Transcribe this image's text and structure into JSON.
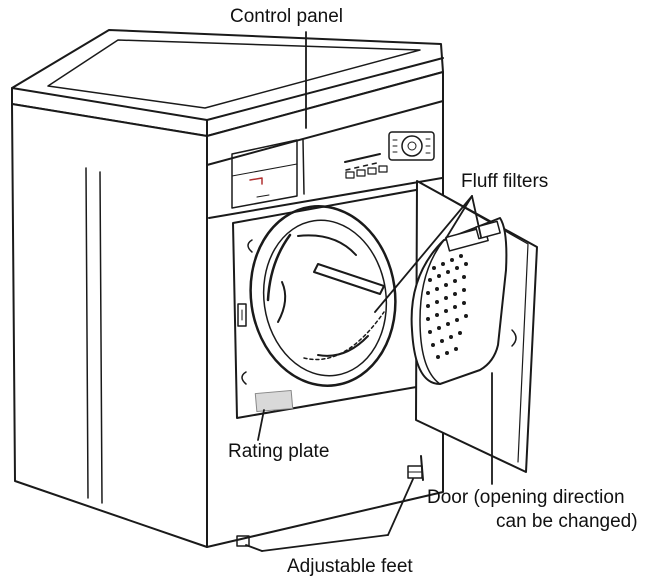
{
  "labels": {
    "control_panel": "Control panel",
    "fluff_filters": "Fluff filters",
    "rating_plate": "Rating plate",
    "adjustable_feet": "Adjustable feet",
    "door_line1": "Door (opening direction",
    "door_line2": "can be changed)"
  },
  "colors": {
    "line": "#1a1a1a",
    "background": "#ffffff",
    "rating_plate": "#d9d9d9"
  },
  "icons": {
    "machine": "tumble-dryer-illustration"
  }
}
